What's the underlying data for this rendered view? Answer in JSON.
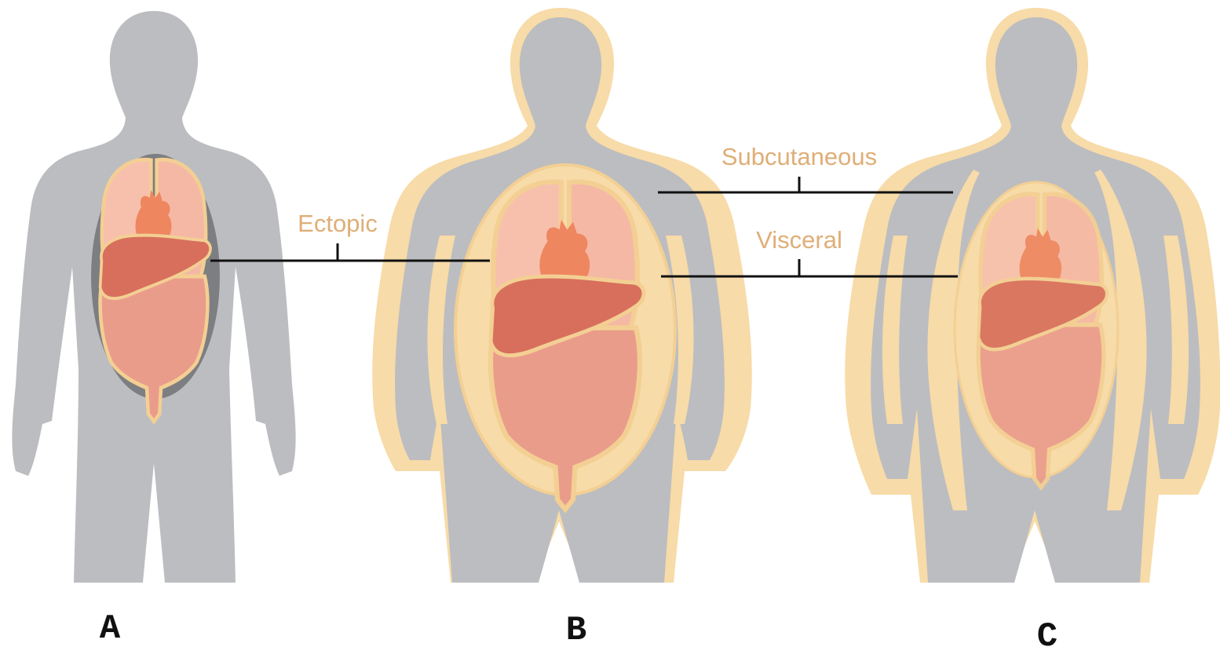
{
  "labels": {
    "subcutaneous": "Subcutaneous",
    "visceral": "Visceral",
    "ectopic": "Ectopic"
  },
  "panels": {
    "a": "A",
    "b": "B",
    "c": "C"
  },
  "colors": {
    "body": "#bcbdc0",
    "fat": "#f7dba8",
    "fat_outline": "#f3cf93",
    "cavity": "#7d7e82",
    "lung": "#f7c0ad",
    "heart": "#ee8660",
    "liver": "#d86f5c",
    "intestine": "#ea9c8b",
    "label_text": "#dfae77",
    "leader_line": "#111111"
  }
}
